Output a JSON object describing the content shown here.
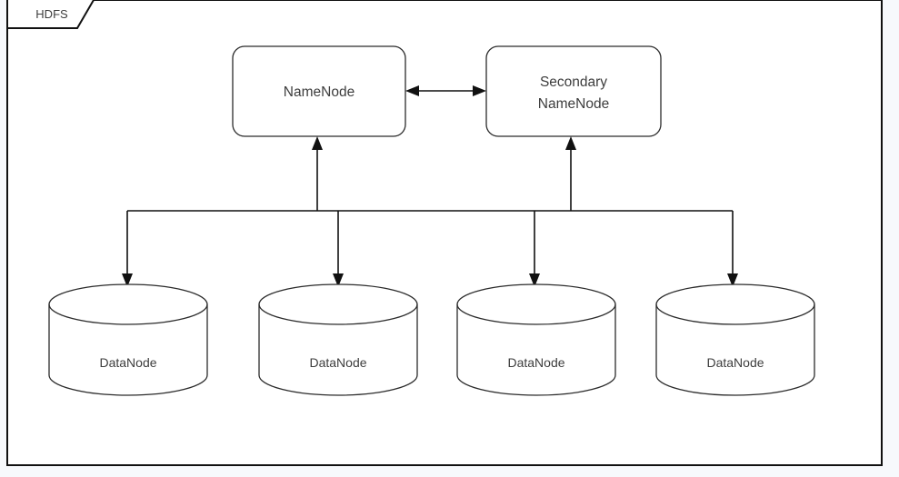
{
  "diagram": {
    "title_tab": "HDFS",
    "frame": {
      "background": "#ffffff",
      "border_color": "#111111"
    },
    "page_background": "#f7f9fc",
    "stroke_color": "#2b2b2b",
    "text_color": "#3d3d3d",
    "nodes": {
      "namenode": {
        "label": "NameNode"
      },
      "secondary_namenode": {
        "label_line1": "Secondary",
        "label_line2": "NameNode"
      },
      "datanodes": [
        {
          "label": "DataNode"
        },
        {
          "label": "DataNode"
        },
        {
          "label": "DataNode"
        },
        {
          "label": "DataNode"
        }
      ]
    },
    "connections": {
      "namenode_to_secondary": {
        "type": "bidirectional-arrow"
      },
      "bus_to_namenode": {
        "type": "arrow-up"
      },
      "bus_to_secondary": {
        "type": "arrow-up"
      },
      "bus_to_datanodes": {
        "type": "arrow-down",
        "count": 4
      }
    }
  }
}
